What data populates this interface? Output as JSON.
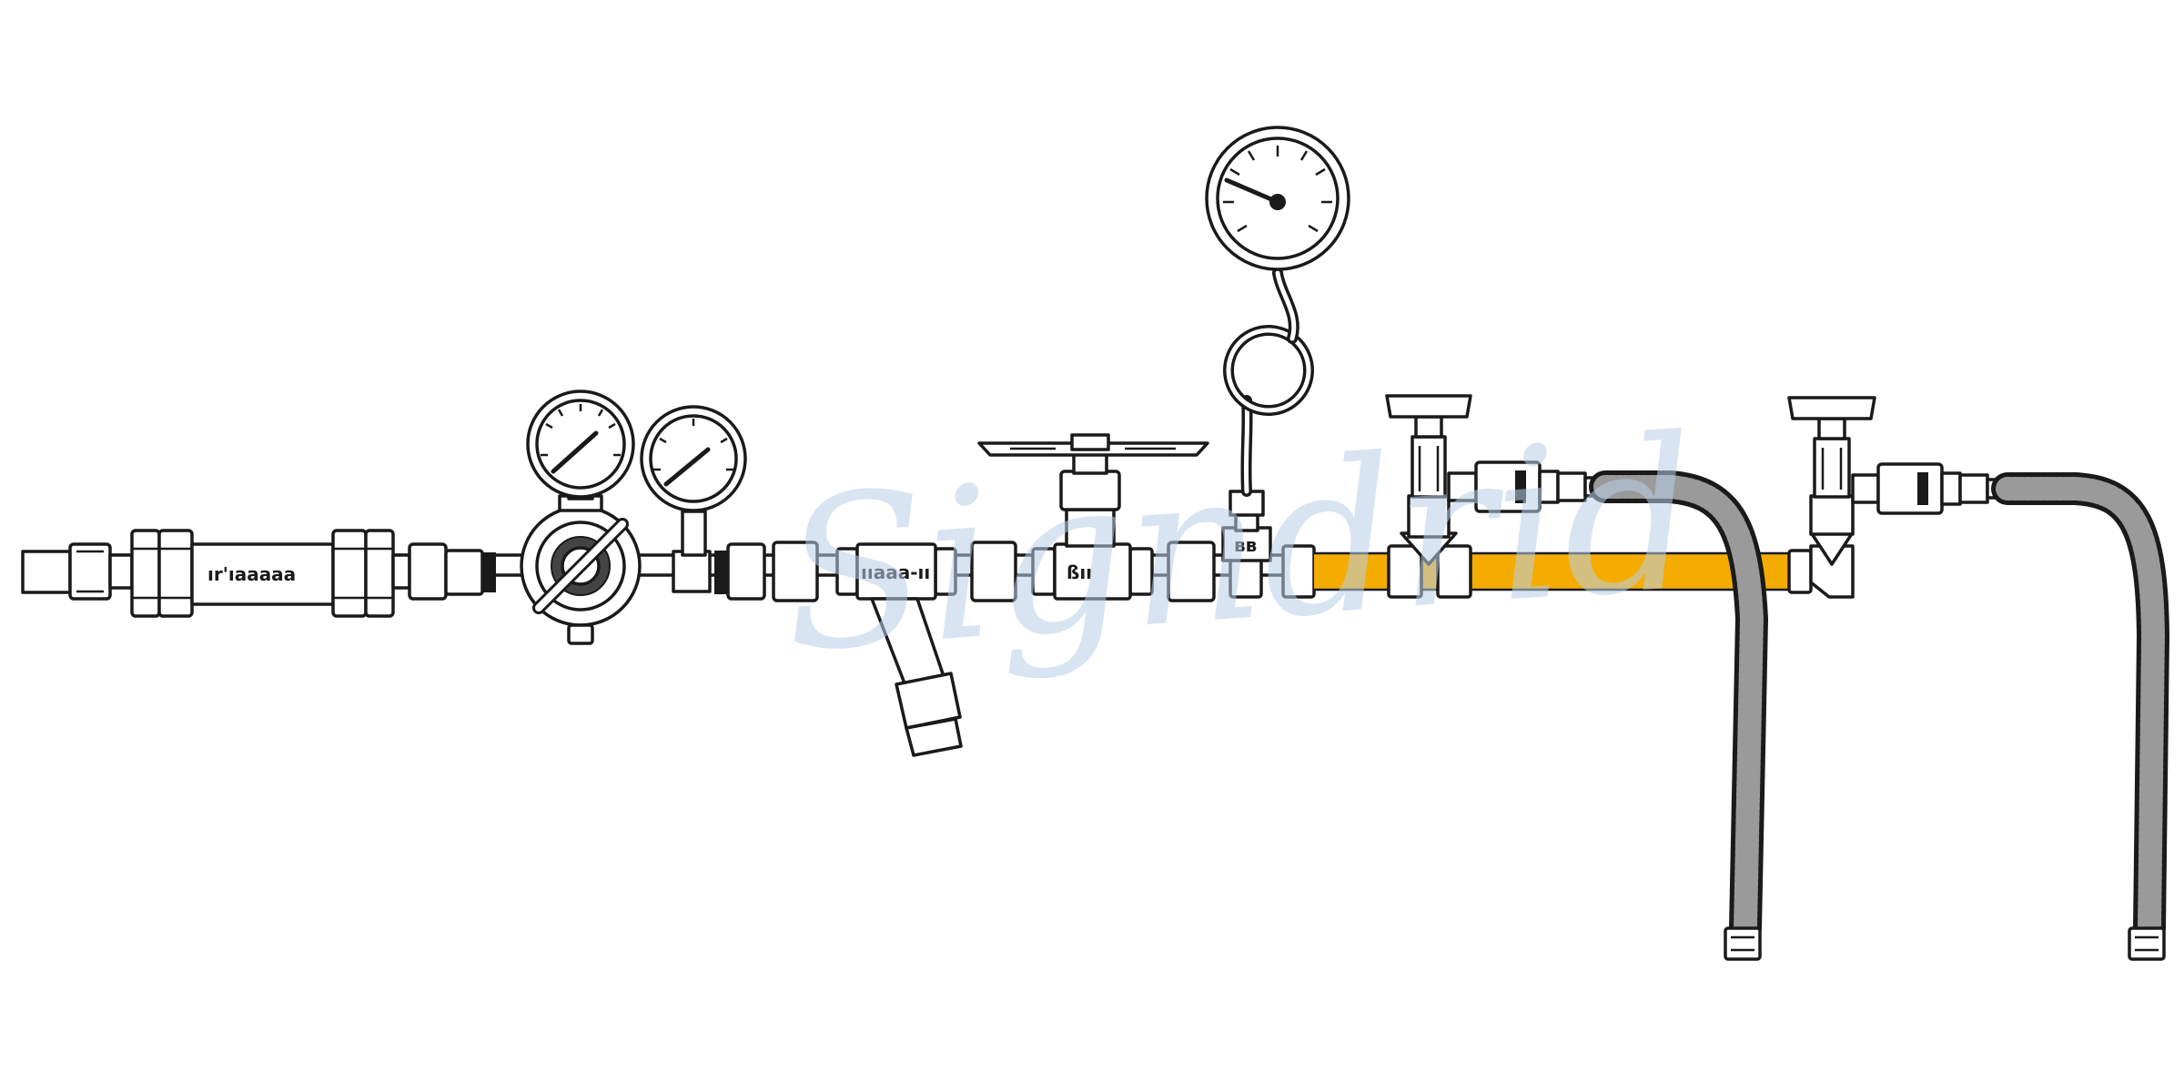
{
  "colors": {
    "line": "#1a1a1a",
    "highlight": "#f5ac00",
    "watermark": "#b9cfe8",
    "background": "#ffffff"
  },
  "labels": {
    "filter_body": "ır'ıaaaaa",
    "tee_fitting": "ııaaa-ıı",
    "valve_body": "ßıı",
    "gauge_fitting": "ʙʙ"
  },
  "watermark": {
    "text": "Signdrid"
  },
  "highlighted_segment": "pipe-section"
}
